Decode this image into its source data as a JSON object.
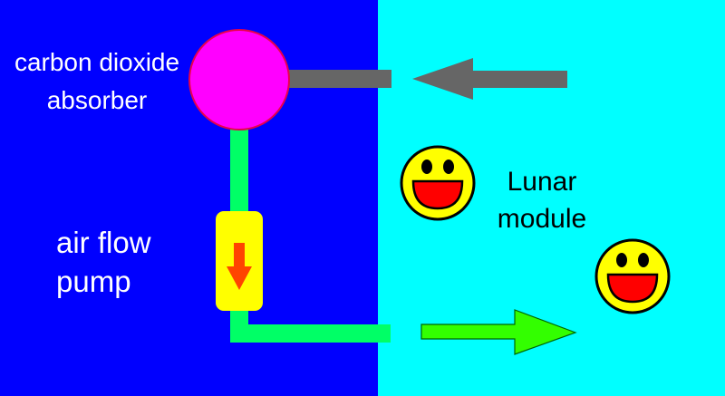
{
  "labels": {
    "absorber_line1": "carbon dioxide",
    "absorber_line2": "absorber",
    "pump_line1": "air flow",
    "pump_line2": "pump",
    "module_line1": "Lunar",
    "module_line2": "module"
  },
  "icons": {
    "face_1": "smiley-face-icon",
    "face_2": "smiley-face-icon",
    "return_arrow": "left-arrow-icon",
    "supply_arrow": "right-arrow-icon",
    "pump_arrow": "down-arrow-icon"
  },
  "colors": {
    "left_panel": "#0000FF",
    "right_panel": "#00FFFF",
    "absorber_fill": "#FF00FF",
    "absorber_stroke": "#E8004A",
    "return_pipe": "#666666",
    "supply_pipe": "#00FF66",
    "pump_body": "#FFFF00",
    "pump_arrow": "#FF4400",
    "supply_arrow_fill": "#33FF00",
    "supply_arrow_stroke": "#006600",
    "face_fill": "#FFFF00",
    "mouth": "#FF0000"
  }
}
